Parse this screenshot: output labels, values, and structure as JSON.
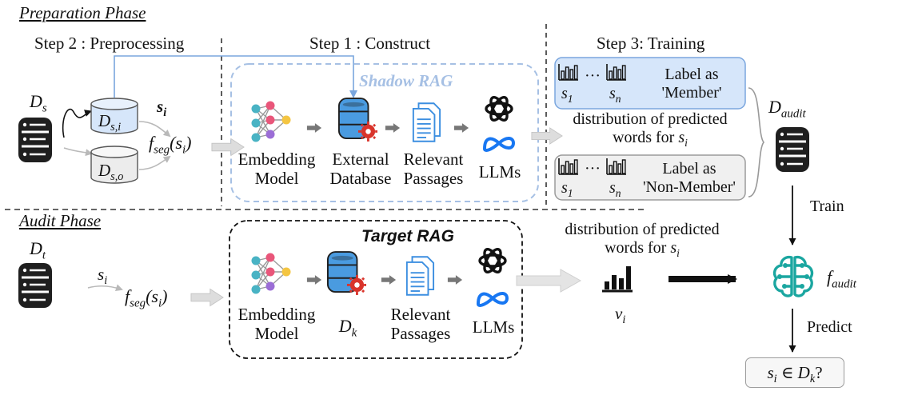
{
  "phases": {
    "preparation": "Preparation Phase",
    "audit": "Audit Phase"
  },
  "steps": {
    "step2": "Step 2 : Preprocessing",
    "step1": "Step 1 : Construct",
    "step3": "Step 3: Training"
  },
  "rag": {
    "shadow_title": "Shadow RAG",
    "target_title": "Target RAG"
  },
  "pipeline_prep": {
    "embedding": [
      "Embedding",
      "Model"
    ],
    "database": [
      "External",
      "Database"
    ],
    "passages": [
      "Relevant",
      "Passages"
    ],
    "llms": "LLMs"
  },
  "pipeline_audit": {
    "embedding": [
      "Embedding",
      "Model"
    ],
    "db_symbol": {
      "base": "D",
      "sub": "k"
    },
    "passages": [
      "Relevant",
      "Passages"
    ],
    "llms": "LLMs"
  },
  "datasets": {
    "ds": {
      "base": "D",
      "sub": "s"
    },
    "dsi": {
      "base": "D",
      "sub": "s,i"
    },
    "dso": {
      "base": "D",
      "sub": "s,o"
    },
    "dt": {
      "base": "D",
      "sub": "t"
    },
    "daudit": {
      "base": "D",
      "sub": "audit"
    }
  },
  "symbols": {
    "si": {
      "base": "s",
      "sub": "i"
    },
    "fseg_f": "f",
    "fseg_sub": "seg",
    "fseg_arg": "(s",
    "fseg_arg_sub": "i",
    "fseg_close": ")",
    "vi": {
      "base": "v",
      "sub": "i"
    },
    "faudit": {
      "base": "f",
      "sub": "audit"
    }
  },
  "training": {
    "member_label": [
      "Label as",
      "'Member'"
    ],
    "nonmember_label": [
      "Label as",
      "'Non-Member'"
    ],
    "dots": "···",
    "s1": {
      "base": "s",
      "sub": "1"
    },
    "sn": {
      "base": "s",
      "sub": "n"
    },
    "distribution": [
      "distribution of predicted",
      "words for"
    ],
    "train": "Train",
    "predict": "Predict"
  },
  "audit_distribution": [
    "distribution of predicted",
    "words for"
  ],
  "prediction": {
    "s": "s",
    "s_sub": "i",
    "in": " ∈ ",
    "d": "D",
    "d_sub": "k",
    "q": "?"
  },
  "colors": {
    "shadow_border": "#a6c0e4",
    "member_fill": "#d6e6fa",
    "nonmember_fill": "#f0f0f0",
    "db_dark": "#222222",
    "db_blue": "#4a9be0",
    "gear_red": "#d9342b",
    "brain_teal": "#1aa6a0",
    "passage_blue": "#3b8ee0",
    "meta_blue": "#1877f2"
  }
}
